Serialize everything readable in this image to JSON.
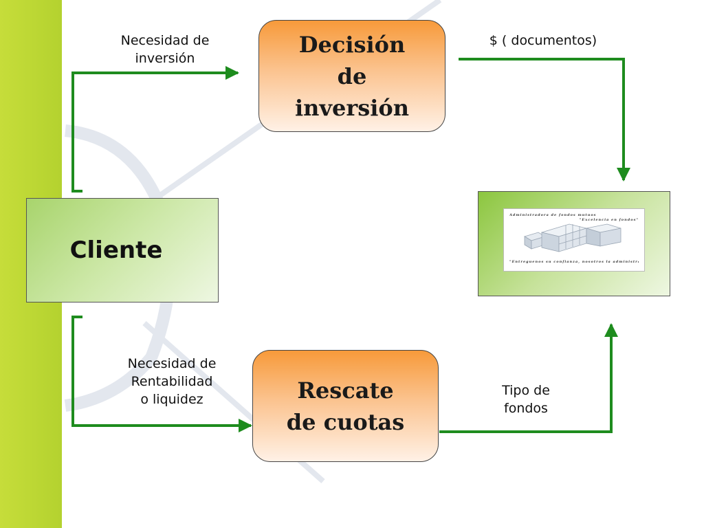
{
  "diagram": {
    "nodes": {
      "decision": {
        "label": "Decisión\nde\ninversión"
      },
      "rescate": {
        "label": "Rescate\nde cuotas"
      },
      "cliente": {
        "label": "Cliente"
      },
      "fund": {
        "header_text": "Administradora de fondos mutuos",
        "subheader_text": "\"Excelencia en fondos\"",
        "footer_text": "\"Entreguenos su confianza, nosotros la administramos\""
      }
    },
    "edges": {
      "necesidad_inversion": "Necesidad de\ninversión",
      "documentos": "$ ( documentos)",
      "rentabilidad": "Necesidad de\nRentabilidad\no liquidez",
      "tipo_fondos": "Tipo de\nfondos"
    }
  },
  "colors": {
    "arrow": "#1e8c1e",
    "left_bar": "#b9d632",
    "box_orange_top": "#f79a3a",
    "box_green": "#a8d46c"
  },
  "icons": [
    "arrow-right-icon",
    "arrow-down-icon",
    "arrow-up-icon",
    "building-blocks-icon"
  ]
}
